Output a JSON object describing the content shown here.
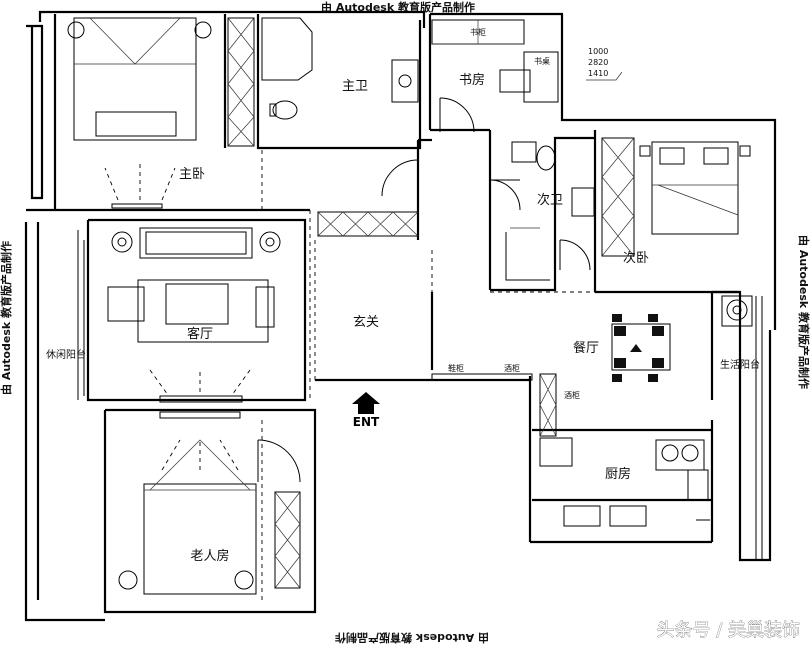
{
  "watermark": "由 Autodesk 教育版产品制作",
  "credit": "头条号 / 美巢装饰",
  "entrance": "ENT",
  "dimensions": [
    "1000",
    "2820",
    "1410"
  ],
  "rooms": {
    "master_bedroom": "主卧",
    "master_bath": "主卫",
    "study": "书房",
    "second_bath": "次卫",
    "second_bedroom": "次卧",
    "living_room": "客厅",
    "foyer": "玄关",
    "dining_room": "餐厅",
    "leisure_balcony": "休闲阳台",
    "service_balcony": "生活阳台",
    "kitchen": "厨房",
    "elderly_room": "老人房"
  },
  "furniture": {
    "bookshelf": "书柜",
    "desk": "书桌",
    "shoe_cabinet": "鞋柜",
    "wine_cabinet_a": "酒柜",
    "wine_cabinet_b": "酒柜"
  }
}
